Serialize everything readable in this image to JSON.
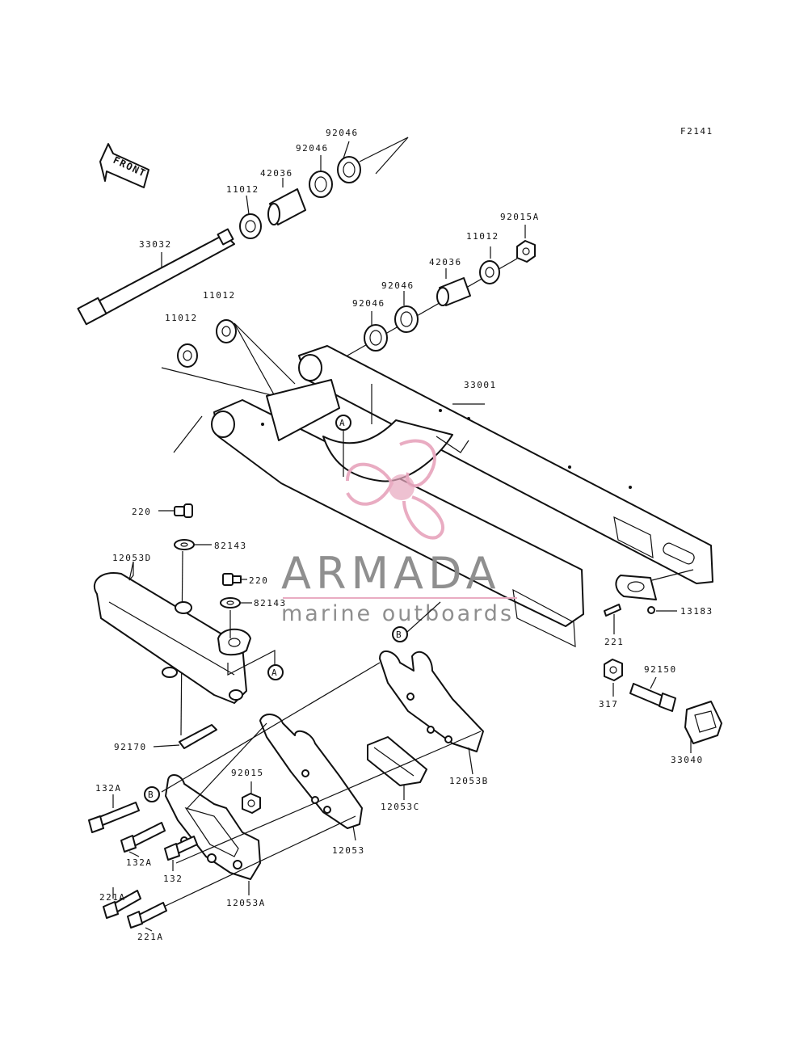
{
  "figure_code": "F2141",
  "front_label": "FRONT",
  "parts": {
    "p92046_a": "92046",
    "p92046_b": "92046",
    "p42036_a": "42036",
    "p11012_a": "11012",
    "p33032": "33032",
    "p92015A": "92015A",
    "p11012_b": "11012",
    "p42036_b": "42036",
    "p92046_c": "92046",
    "p92046_d": "92046",
    "p11012_c": "11012",
    "p11012_d": "11012",
    "p33001": "33001",
    "p220_a": "220",
    "p82143_a": "82143",
    "p12053D": "12053D",
    "p220_b": "220",
    "p82143_b": "82143",
    "p13183": "13183",
    "p221": "221",
    "p92150": "92150",
    "p317": "317",
    "p33040": "33040",
    "p92170": "92170",
    "p92015": "92015",
    "p132A_a": "132A",
    "p132A_b": "132A",
    "p132": "132",
    "p12053B": "12053B",
    "p12053C": "12053C",
    "p12053": "12053",
    "p221A_a": "221A",
    "p221A_b": "221A",
    "p12053A": "12053A"
  },
  "ref_markers": {
    "a_top": "A",
    "a_bottom": "A",
    "b_right": "B",
    "b_left": "B"
  },
  "watermark": {
    "brand": "ARMADA",
    "tagline": "marine outboards",
    "color": "#e8a8bf"
  }
}
